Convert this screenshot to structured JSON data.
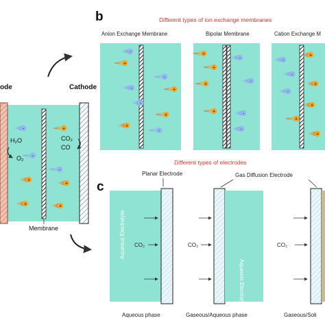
{
  "colors": {
    "teal": "#8fe3d3",
    "red_label": "#e0342a",
    "cation": "#f5a623",
    "anion": "#4a90d9",
    "hatch_membrane": "#222222",
    "anode_fill": "#f3c2b0",
    "cathode_fill": "#9fd6e8",
    "electrode_fill": "#e4f4f8",
    "solid_phase": "#c8b990"
  },
  "panel_a": {
    "anode_label": "ode",
    "cathode_label": "Cathode",
    "membrane_label": "Membrane",
    "h2o": "H₂O",
    "o2": "O₂",
    "co2": "CO₂",
    "co": "CO"
  },
  "panel_b": {
    "letter": "b",
    "title": "Different types of ion exchange membranes",
    "membranes": [
      {
        "label": "Anion Exchange Membrane"
      },
      {
        "label": "Bipolar Membrane"
      },
      {
        "label": "Cation Exchange M"
      }
    ]
  },
  "panel_c": {
    "letter": "c",
    "title": "Different types of electrodes",
    "planar_label": "Planar Electrode",
    "gde_label": "Gas Diffusion Electrode",
    "aqueous_electrolyte": "Aqueous Electrolyte",
    "co2": "CO₂",
    "phases": [
      {
        "label": "Aqueous phase"
      },
      {
        "label": "Gaseous/Aqueous phase"
      },
      {
        "label": "Gaseous/Soli"
      }
    ]
  },
  "symbols": {
    "plus": "+",
    "minus": "-"
  }
}
